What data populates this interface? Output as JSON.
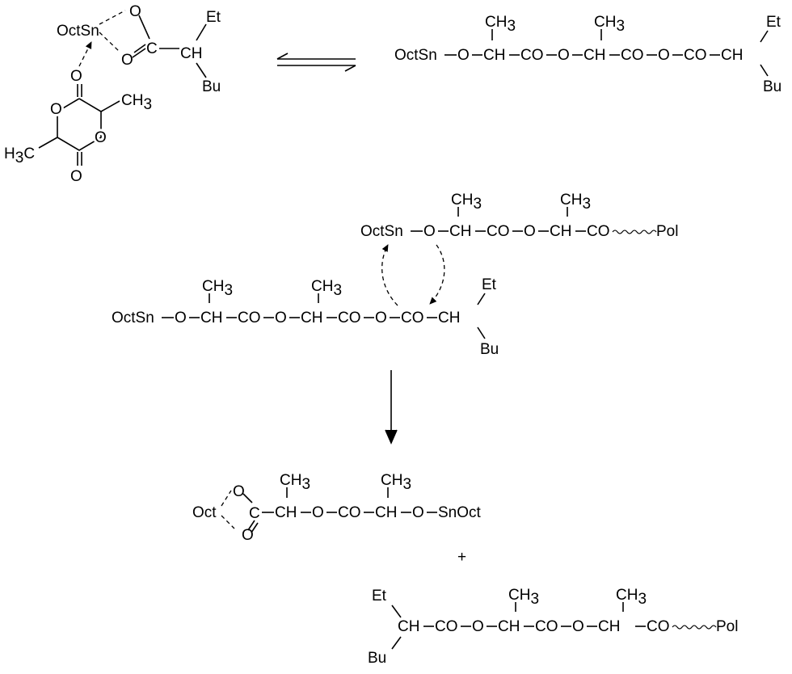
{
  "labels": {
    "octsn": "OctSn",
    "snoct": "SnOct",
    "oct": "Oct",
    "o": "O",
    "c": "C",
    "co": "CO",
    "ch": "CH",
    "ch_sym": "C",
    "h_letter": "H",
    "et": "Et",
    "bu": "Bu",
    "h3c": "H",
    "three": "3",
    "c_after_h3": "C",
    "pol": "Pol",
    "plus": "+",
    "dash": "–"
  }
}
